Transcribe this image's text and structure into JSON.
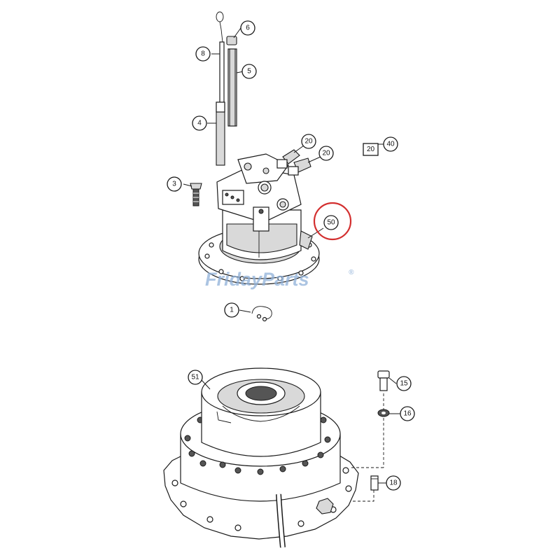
{
  "watermark": {
    "text": "FridayParts",
    "mark": "®"
  },
  "highlight": {
    "target_callout": "50",
    "color": "#d32f2f"
  },
  "callouts": {
    "c1": "1",
    "c3": "3",
    "c4": "4",
    "c5": "5",
    "c6": "6",
    "c8": "8",
    "c20a": "20",
    "c20b": "20",
    "c40": "40",
    "c40_box": "20",
    "c50": "50",
    "c51": "51",
    "c15": "15",
    "c16": "16",
    "c18": "18"
  }
}
